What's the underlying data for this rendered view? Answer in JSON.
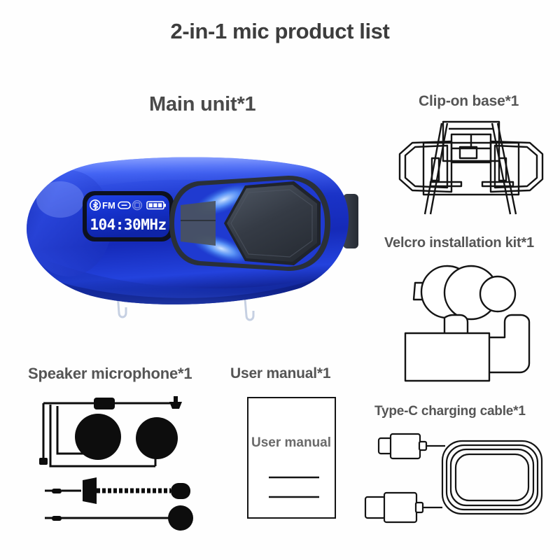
{
  "header": {
    "title": "2-in-1 mic product list"
  },
  "items": [
    {
      "id": "main-unit",
      "label": "Main unit*1",
      "illustration": "blue-intercom-device"
    },
    {
      "id": "clip-on-base",
      "label": "Clip-on base*1",
      "illustration": "clip-mount-line-art"
    },
    {
      "id": "velcro-kit",
      "label": "Velcro installation kit*1",
      "illustration": "velcro-pads-and-bracket-line-art"
    },
    {
      "id": "speaker-microphone",
      "label": "Speaker microphone*1",
      "illustration": "speakers-and-mics-silhouette"
    },
    {
      "id": "user-manual",
      "label": "User manual*1",
      "illustration": "manual-booklet-line-art"
    },
    {
      "id": "type-c-cable",
      "label": "Type-C charging cable*1",
      "illustration": "coiled-usb-c-cable-line-art"
    }
  ],
  "device_display": {
    "bluetooth_icon": "bluetooth-icon",
    "mode_label": "FM",
    "link_icon": "link-icon",
    "aux_icon": "aux-icon",
    "battery_icon": "battery-icon",
    "battery_bars": 3,
    "frequency": "104:30MHz"
  },
  "manual_page": {
    "cover_text": "User manual",
    "rule_count": 2
  },
  "colors": {
    "background": "#fefefe",
    "title_text": "#3d3d3d",
    "label_text": "#555555",
    "device_blue": "#1f3fd0",
    "device_blue_light": "#4f6ff0",
    "device_blue_dark": "#10228a",
    "screen_blue": "#1430c8",
    "screen_text": "#ffffff",
    "button_dark": "#3a4049",
    "line_art": "#1a1a1a"
  }
}
